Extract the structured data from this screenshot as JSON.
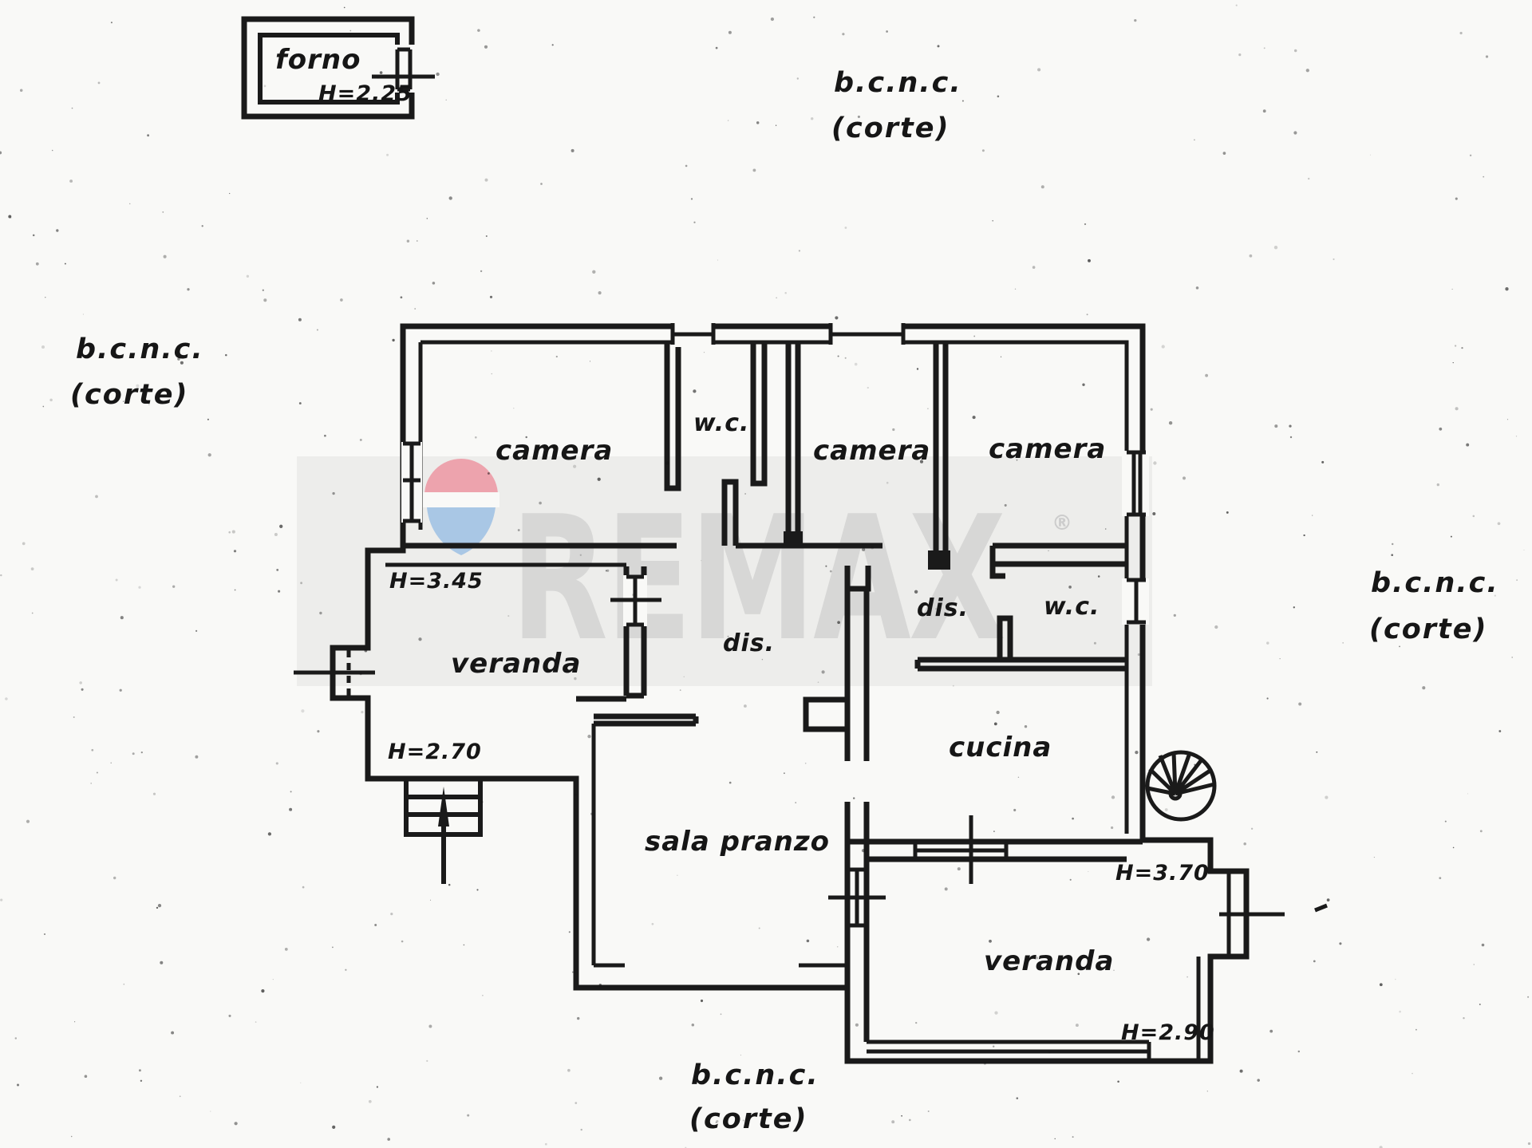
{
  "page": {
    "background": "#f9f9f7",
    "ink": "#1a1a1a"
  },
  "outbuilding": {
    "label": "forno",
    "height": "H=2.25"
  },
  "court_labels": {
    "top": {
      "line1": "b.c.n.c.",
      "line2": "(corte)"
    },
    "left": {
      "line1": "b.c.n.c.",
      "line2": "(corte)"
    },
    "right": {
      "line1": "b.c.n.c.",
      "line2": "(corte)"
    },
    "bottom": {
      "line1": "b.c.n.c.",
      "line2": "(corte)"
    }
  },
  "rooms": {
    "camera1": "camera",
    "wc1": "w.c.",
    "camera2": "camera",
    "camera3": "camera",
    "veranda1": "veranda",
    "dis1": "dis.",
    "dis2": "dis.",
    "wc2": "w.c.",
    "cucina": "cucina",
    "sala_pranzo": "sala pranzo",
    "veranda2": "veranda"
  },
  "heights": {
    "veranda1_top": "H=3.45",
    "veranda1_bottom": "H=2.70",
    "veranda2_top": "H=3.70",
    "veranda2_bottom": "H=2.90"
  },
  "watermark": {
    "brand": "REMAX",
    "registered": "®",
    "text_color": "#d7d7d6",
    "band_color": "#ededeb",
    "balloon_red": "#eda3ad",
    "balloon_blue": "#a9c7e5"
  }
}
